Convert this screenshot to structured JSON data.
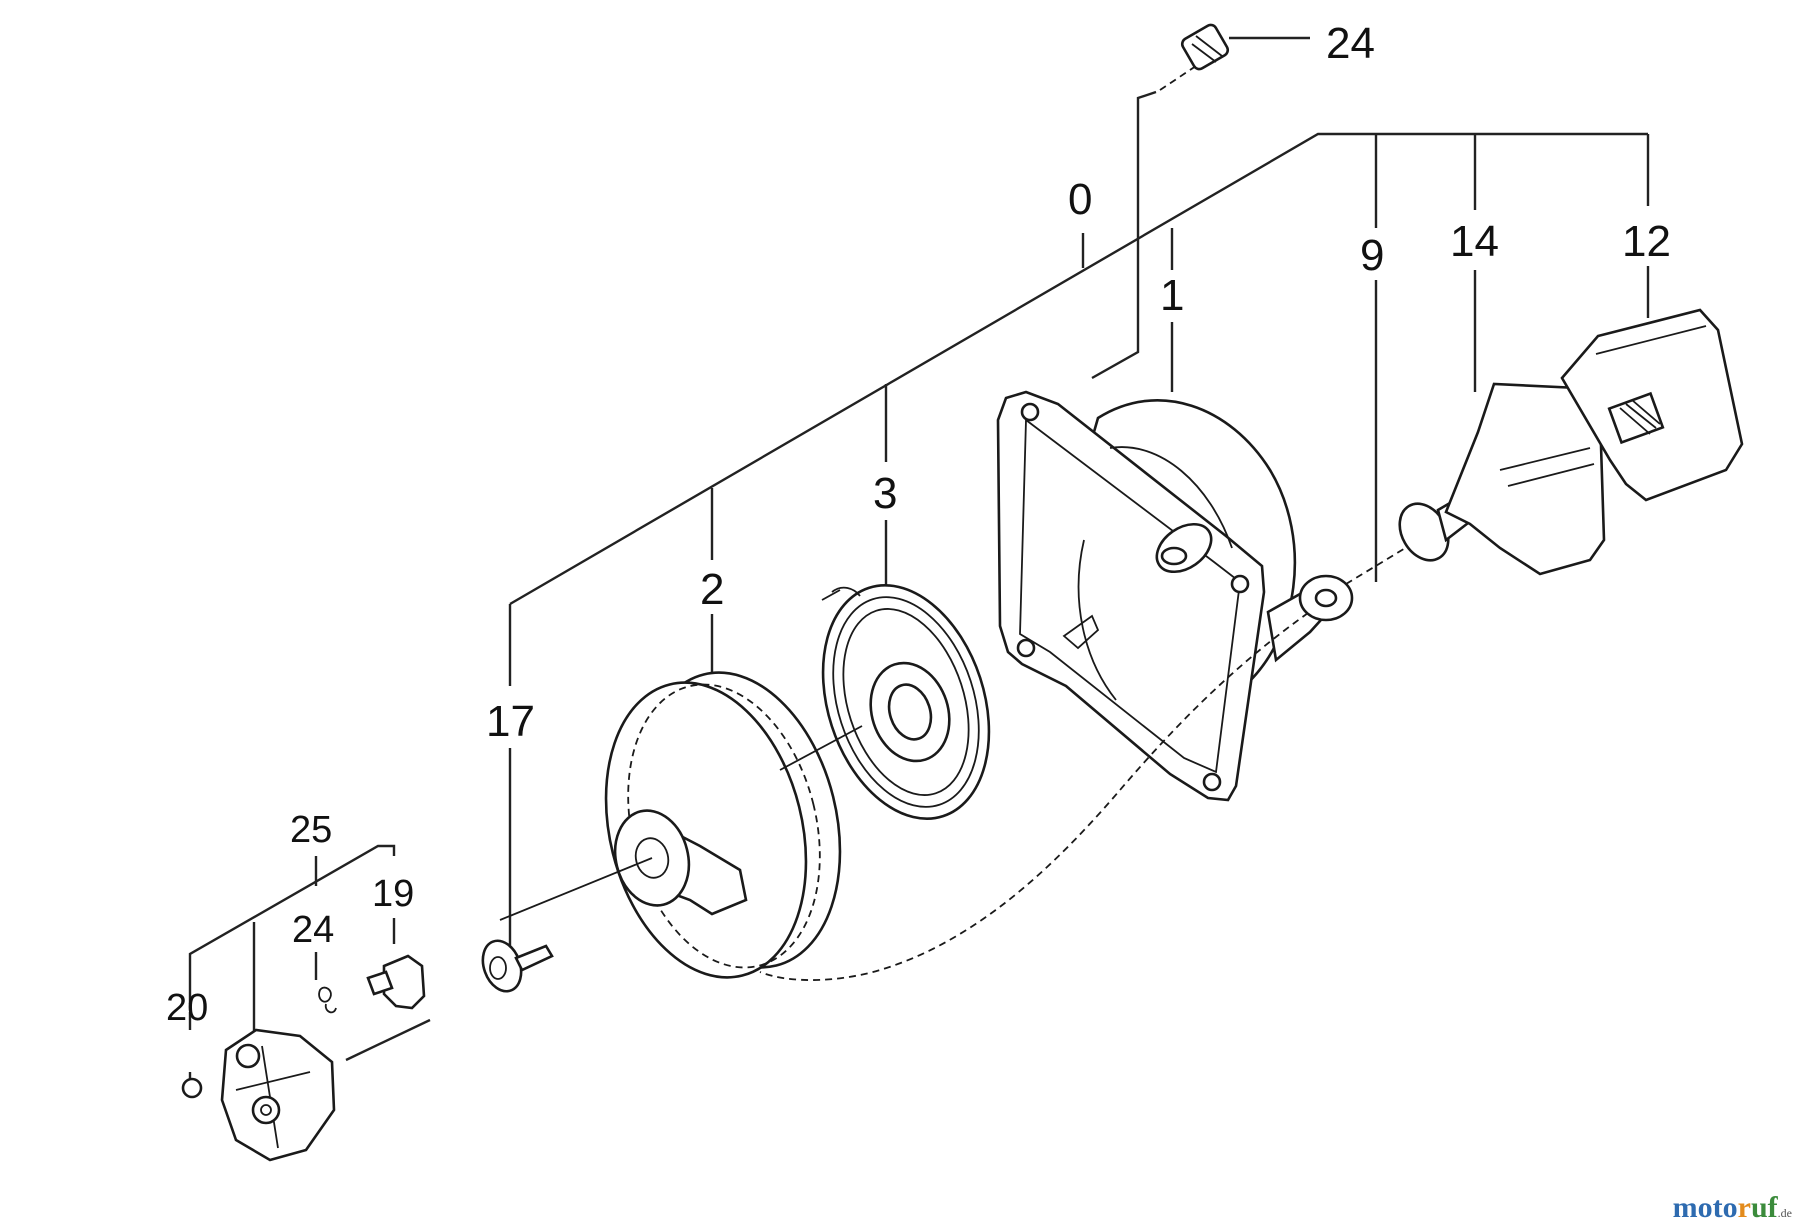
{
  "diagram": {
    "labels": {
      "p0": "0",
      "p1": "1",
      "p2": "2",
      "p3": "3",
      "p9": "9",
      "p12": "12",
      "p14": "14",
      "p17": "17",
      "p19": "19",
      "p20": "20",
      "p24_top": "24",
      "p24_lower": "24",
      "p25": "25"
    }
  },
  "watermark": {
    "part1": "moto",
    "part2": "r",
    "part3": "uf",
    "suffix": ".de"
  }
}
